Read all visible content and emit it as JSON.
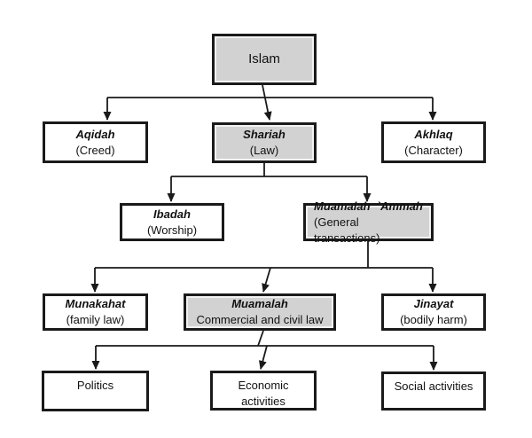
{
  "colors": {
    "background": "#ffffff",
    "shaded_node_fill": "#d2d2d2",
    "plain_node_fill": "#ffffff",
    "box_border": "#1a1a1a",
    "connector_line": "#1a1a1a"
  },
  "nodes": {
    "islam": {
      "term": "Islam"
    },
    "aqidah": {
      "term": "Aqidah",
      "gloss": "(Creed)"
    },
    "shariah": {
      "term": "Shariah",
      "gloss": "(Law)"
    },
    "akhlaq": {
      "term": "Akhlaq",
      "gloss": "(Character)"
    },
    "ibadah": {
      "term": "Ibadah",
      "gloss": "(Worship)"
    },
    "muamalah_ammah": {
      "term": "Muamalah  `Ammah",
      "gloss": "(General transactions)"
    },
    "munakahat": {
      "term": "Munakahat",
      "gloss": "(family law)"
    },
    "muamalah": {
      "term": "Muamalah",
      "gloss": "Commercial and civil law"
    },
    "jinayat": {
      "term": "Jinayat",
      "gloss": "(bodily harm)"
    },
    "politics": {
      "term": "Politics"
    },
    "economic": {
      "term": "Economic activities"
    },
    "social": {
      "term": "Social activities"
    }
  }
}
